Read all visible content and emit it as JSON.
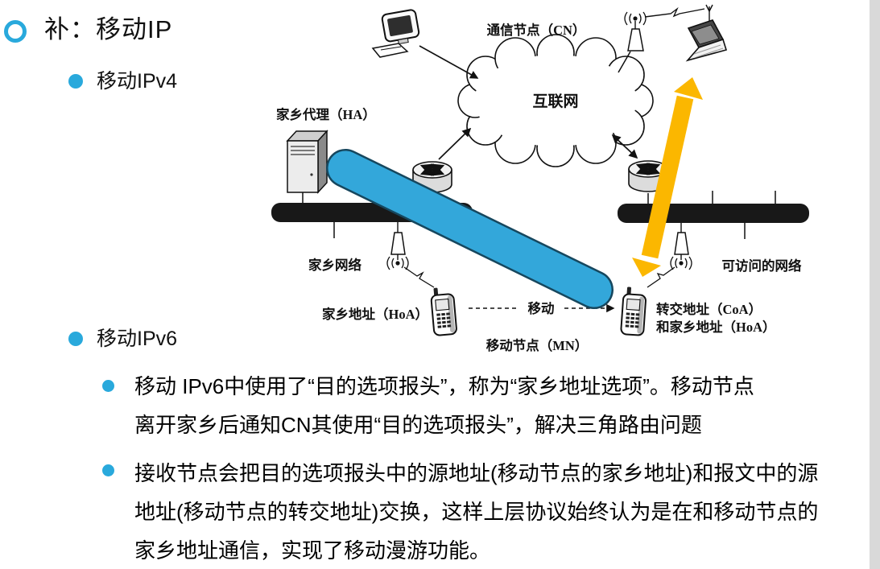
{
  "slide": {
    "title": "补：移动IP",
    "bullets": {
      "ipv4": "移动IPv4",
      "ipv6": "移动IPv6"
    },
    "paragraphs": {
      "p1": {
        "lines": [
          "移动 IPv6中使用了“目的选项报头”，称为“家乡地址选项”。移动节点",
          "离开家乡后通知CN其使用“目的选项报头”，解决三角路由问题"
        ]
      },
      "p2": {
        "lines": [
          "接收节点会把目的选项报头中的源地址(移动节点的家乡地址)和报文中的源",
          "地址(移动节点的转交地址)交换，这样上层协议始终认为是在和移动节点的",
          "家乡地址通信，实现了移动漫游功能。"
        ]
      }
    }
  },
  "diagram": {
    "labels": {
      "cn": "通信节点（CN）",
      "internet": "互联网",
      "ha": "家乡代理（HA）",
      "home_network": "家乡网络",
      "hoa": "家乡地址（HoA）",
      "mn": "移动节点（MN）",
      "move": "移动",
      "coa_line1": "转交地址（CoA）",
      "coa_line2": "和家乡地址（HoA）",
      "visited_network": "可访问的网络"
    },
    "icons": [
      "desktop-computer",
      "server",
      "router",
      "laptop",
      "cell-phone",
      "wireless-antenna",
      "internet-cloud"
    ],
    "colors": {
      "highlight_bar": "#33a7da",
      "highlight_bar_outline": "#16475e",
      "roam_arrow": "#fbb700",
      "bus_bar": "#181818"
    }
  },
  "colors": {
    "bullet_accent": "#29a9dc",
    "background": "#ffffff",
    "right_edge_strip": "#d9d9d9",
    "text": "#000000"
  }
}
